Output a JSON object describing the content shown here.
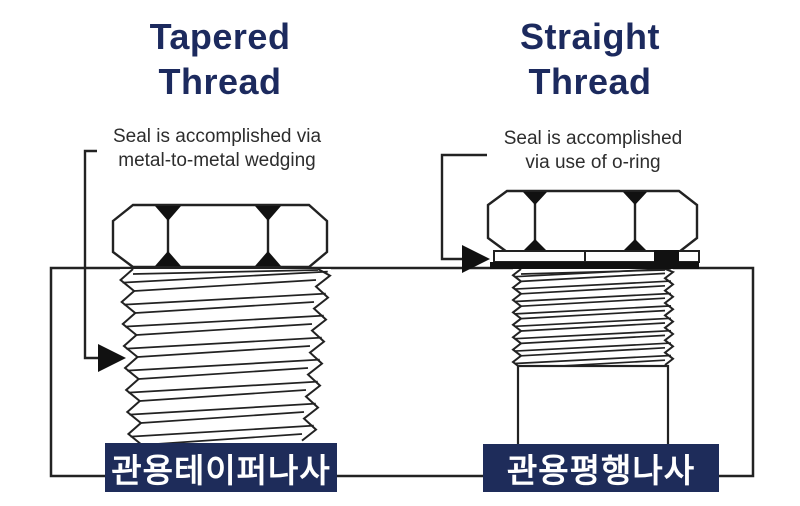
{
  "colors": {
    "navy_box": "#1e2c5a",
    "title_text": "#1c2a5e",
    "line": "#222222",
    "annotation_text": "#2d2d2d",
    "label_text": "#ffffff"
  },
  "left": {
    "title_line1": "Tapered",
    "title_line2": "Thread",
    "annotation_line1": "Seal is accomplished via",
    "annotation_line2": "metal-to-metal wedging",
    "label": "관용테이퍼나사"
  },
  "right": {
    "title_line1": "Straight",
    "title_line2": "Thread",
    "annotation_line1": "Seal is accomplished",
    "annotation_line2": "via use of o-ring",
    "label": "관용평행나사"
  }
}
